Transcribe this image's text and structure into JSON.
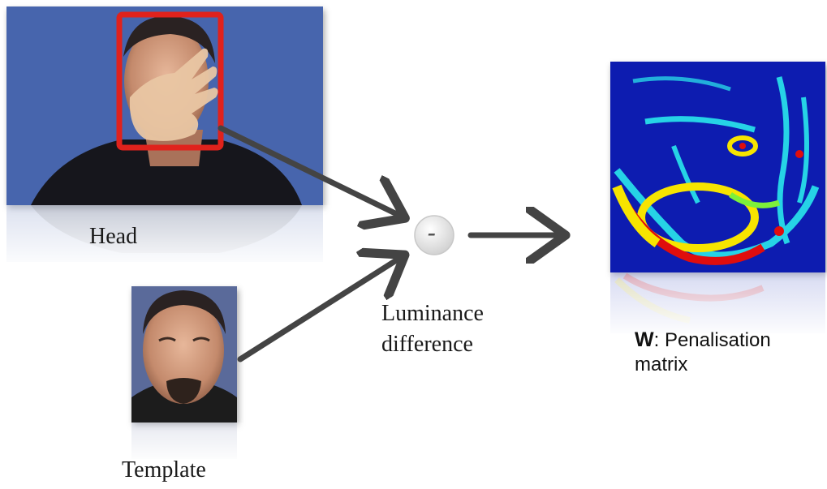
{
  "labels": {
    "head": "Head",
    "template": "Template",
    "luminance_line1": "Luminance",
    "luminance_line2": "difference",
    "operator": "-",
    "w_symbol": "W",
    "w_text": ": Penalisation",
    "w_line2": "matrix"
  },
  "colors": {
    "head_box": "#e0231a",
    "arrow": "#444444",
    "video_bg": "#3f5fa8",
    "heatmap_bg": "#0a1fb0"
  },
  "icons": {
    "arrow": "arrow-right-icon",
    "operator": "minus-circle-icon"
  }
}
